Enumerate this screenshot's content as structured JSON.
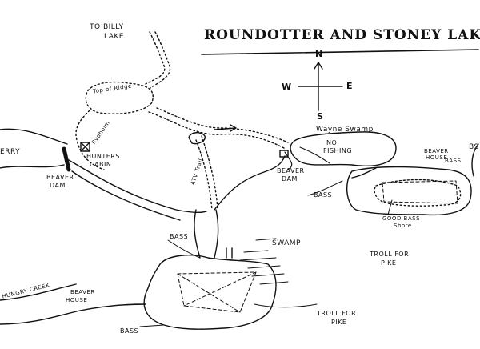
{
  "title": "ROUNDOTTER AND STONEY LAKES",
  "compass": {
    "north": "N",
    "south": "S",
    "east": "E",
    "west": "W"
  },
  "labels": {
    "to_billy_lake_1": "TO BILLY",
    "to_billy_lake_2": "LAKE",
    "top_of_ridge": "Top of Ridge",
    "hunters_cabin_1": "HUNTERS",
    "hunters_cabin_2": "CABIN",
    "cabin_owner": "Rydholm",
    "erry": "ERRY",
    "beaver_dam_left_1": "BEAVER",
    "beaver_dam_left_2": "DAM",
    "atv_trail": "ATV Trail",
    "wayne_swamp": "Wayne Swamp",
    "no_fishing_1": "NO",
    "no_fishing_2": "FISHING",
    "beaver_dam_center_1": "BEAVER",
    "beaver_dam_center_2": "DAM",
    "beaver_house_right_1": "BEAVER",
    "beaver_house_right_2": "HOUSE",
    "bass_right_top": "BASS",
    "bass_right": "BASS",
    "good_bass_shore_1": "GOOD BASS",
    "good_bass_shore_2": "Shore",
    "troll_for_pike_right_1": "TROLL FOR",
    "troll_for_pike_right_2": "PIKE",
    "bass_center": "BASS",
    "swamp": "SWAMP",
    "hungry_creek": "HUNGRY CREEK",
    "beaver_house_left_1": "BEAVER",
    "beaver_house_left_2": "HOUSE",
    "troll_for_pike_bottom_1": "TROLL FOR",
    "troll_for_pike_bottom_2": "PIKE",
    "bass_bottom": "BASS",
    "edge_right": "BS"
  }
}
